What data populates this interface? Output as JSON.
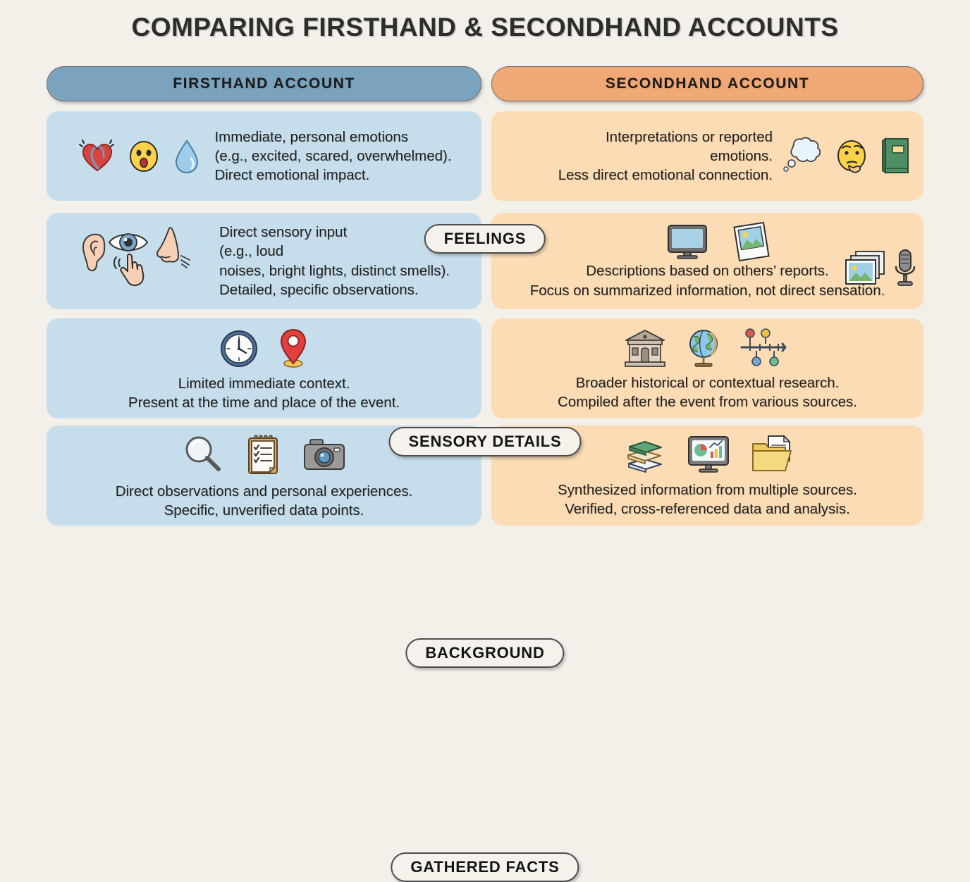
{
  "title": "COMPARING FIRSTHAND & SECONDHAND ACCOUNTS",
  "headers": {
    "left": "FIRSTHAND ACCOUNT",
    "right": "SECONDHAND ACCOUNT"
  },
  "colors": {
    "background": "#f3f0ea",
    "header_left": "#7ba3be",
    "header_right": "#f0a876",
    "panel_left": "#c6deeb",
    "panel_right": "#fbdcb4",
    "pill_fill": "#f5f2eb",
    "pill_border": "#4d4d4d",
    "text": "#1f1f1f"
  },
  "rows": [
    {
      "label": "FEELINGS",
      "left": {
        "text": "Immediate, personal emotions\n(e.g., excited, scared, overwhelmed).\nDirect emotional impact.",
        "icons": [
          "beating-heart-icon",
          "astonished-face-icon",
          "droplet-icon"
        ]
      },
      "right": {
        "text": "Interpretations or reported\nemotions.\nLess direct emotional connection.",
        "icons": [
          "thought-bubble-icon",
          "thinking-face-icon",
          "green-book-icon"
        ]
      }
    },
    {
      "label": "SENSORY DETAILS",
      "left": {
        "text": "Direct sensory input\n(e.g., loud\nnoises, bright lights, distinct smells).\nDetailed, specific observations.",
        "icons": [
          "ear-icon",
          "eye-icon",
          "nose-icon",
          "touch-hand-icon"
        ]
      },
      "right": {
        "text": "Descriptions based on others’ reports.\nFocus on summarized information, not direct sensation.",
        "icons": [
          "monitor-icon",
          "photo-icon",
          "photo-stack-icon",
          "microphone-icon"
        ]
      }
    },
    {
      "label": "BACKGROUND",
      "left": {
        "text": "Limited immediate context.\nPresent at the time and place of the event.",
        "icons": [
          "clock-icon",
          "location-pin-icon"
        ]
      },
      "right": {
        "text": "Broader historical or contextual research.\nCompiled after the event from various sources.",
        "icons": [
          "classical-building-icon",
          "globe-icon",
          "timeline-icon"
        ]
      }
    },
    {
      "label": "GATHERED FACTS",
      "left": {
        "text": "Direct observations and personal experiences.\nSpecific, unverified data points.",
        "icons": [
          "magnifying-glass-icon",
          "clipboard-checklist-icon",
          "camera-icon"
        ]
      },
      "right": {
        "text": "Synthesized information from multiple sources.\nVerified, cross-referenced data and analysis.",
        "icons": [
          "book-stack-icon",
          "chart-monitor-icon",
          "folder-document-icon"
        ]
      }
    }
  ]
}
